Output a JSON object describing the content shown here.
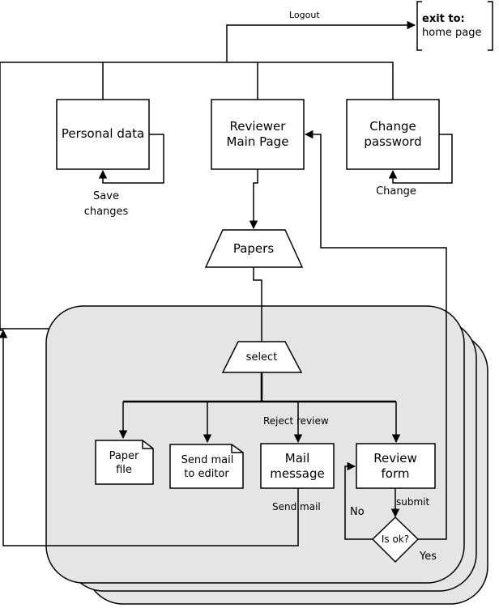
{
  "exit_box": {
    "title": "exit to:",
    "target": "home page"
  },
  "nodes": {
    "personal_data": "Personal data",
    "reviewer_main": [
      "Reviewer",
      "Main Page"
    ],
    "change_password": [
      "Change",
      "password"
    ],
    "papers": "Papers",
    "select": "select",
    "paper_file": [
      "Paper",
      "file"
    ],
    "send_mail_editor": [
      "Send mail",
      "to editor"
    ],
    "mail_message": [
      "Mail",
      "message"
    ],
    "review_form": [
      "Review",
      "form"
    ],
    "is_ok": "Is ok?"
  },
  "edge_labels": {
    "logout": "Logout",
    "save_changes": [
      "Save",
      "changes"
    ],
    "change": "Change",
    "reject_review": "Reject review",
    "send_mail": "Send mail",
    "submit": "submit",
    "no": "No",
    "yes": "Yes"
  }
}
